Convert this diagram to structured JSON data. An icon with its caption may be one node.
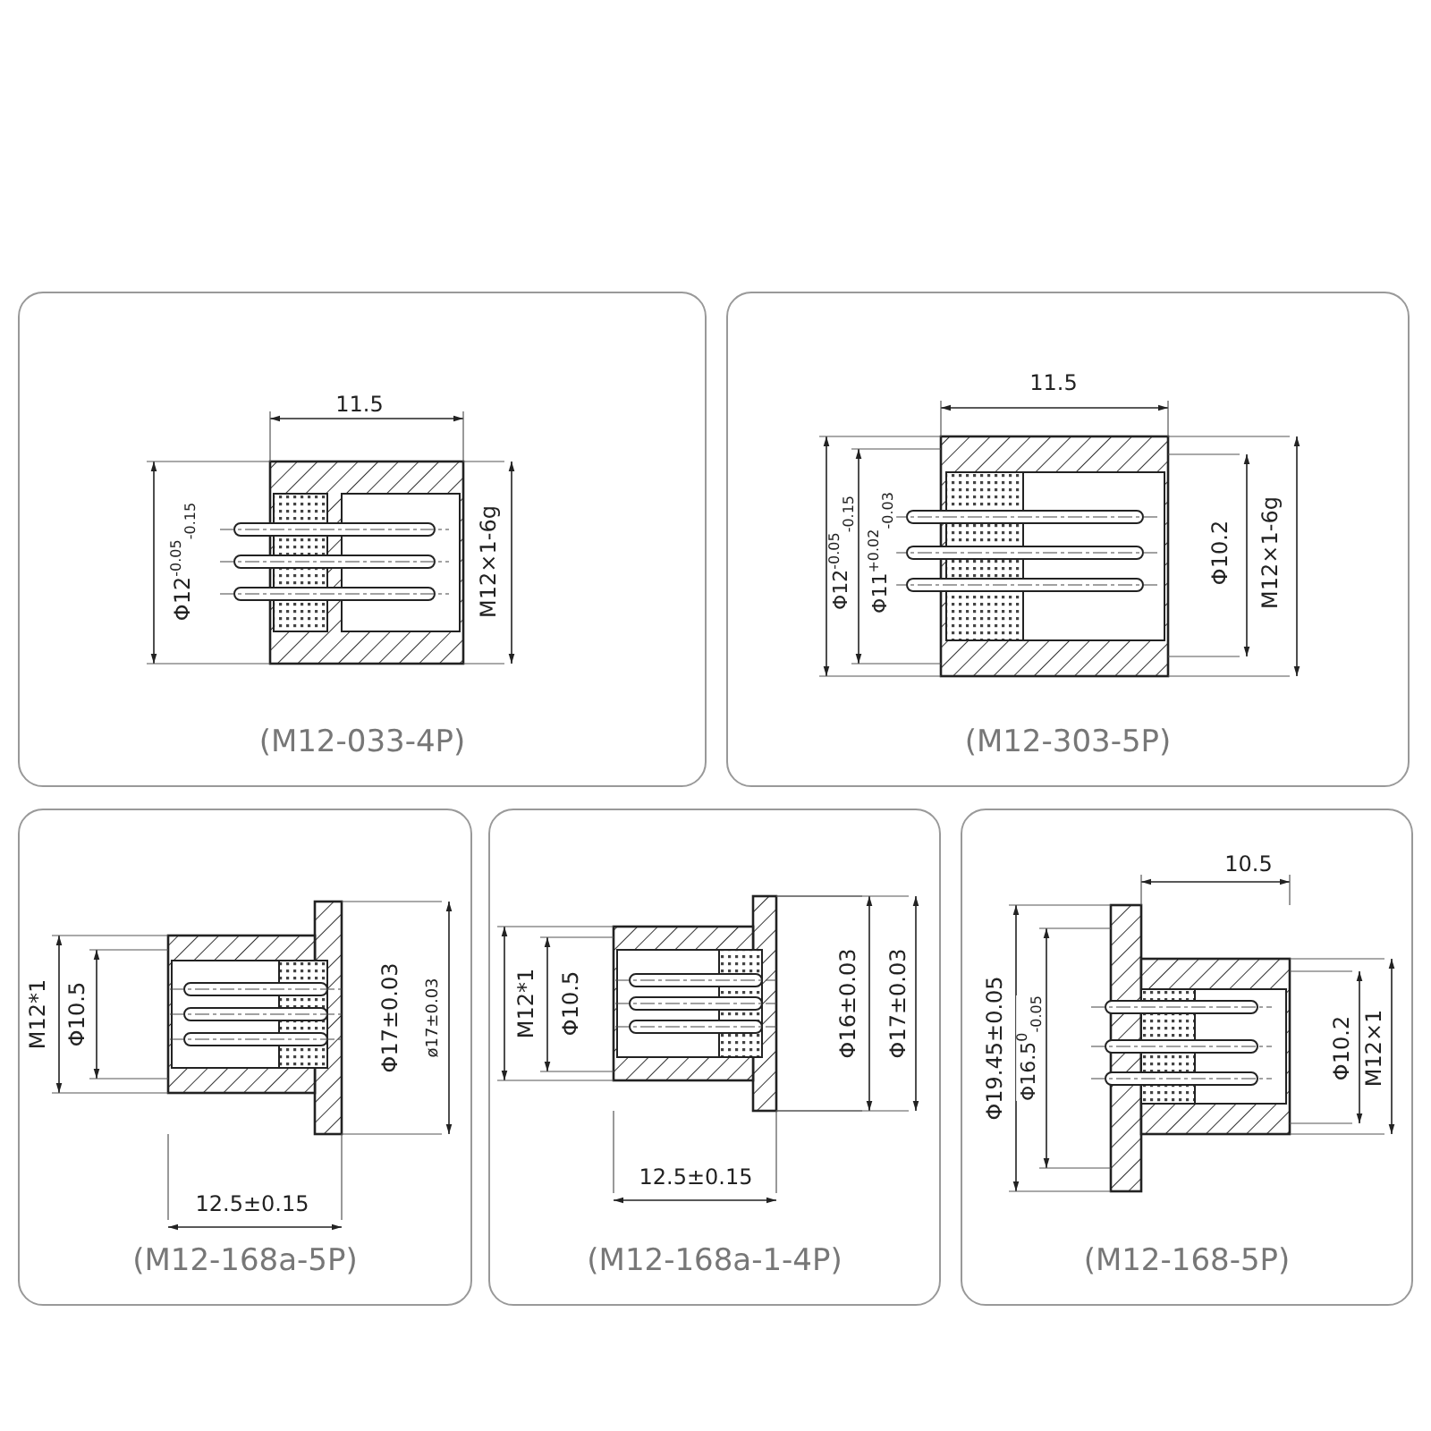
{
  "diagram": {
    "nodes": [
      {
        "text": [
          "(M12-033-4P)"
        ]
      },
      {
        "text": [
          "(M12-303-5P)"
        ]
      },
      {
        "text": [
          "(M12-168a-5P)"
        ]
      },
      {
        "text": [
          "(M12-168a-1-4P)"
        ]
      },
      {
        "text": [
          "(M12-168-5P)"
        ]
      }
    ],
    "labels": [
      "11.5",
      "Φ12$^{-0.05}$$_{-0.15}$",
      "M12×1-6g",
      "11.5",
      "Φ12$^{-0.05}$$_{-0.15}$",
      "Φ11$^{+0.02}$$_{-0.03}$",
      "Φ10.2",
      "M12×1-6g",
      "M12*1",
      "Φ10.5",
      "Φ17±0.03",
      "ø17±0.03",
      "12.5±0.15",
      "M12*1",
      "Φ10.5",
      "Φ16±0.03",
      "Φ17±0.03",
      "12.5±0.15",
      "10.5",
      "Φ19.45±0.05",
      "Φ16.5$^{0}$$_{-0.05}$",
      "Φ10.2",
      "M12×1"
    ]
  }
}
